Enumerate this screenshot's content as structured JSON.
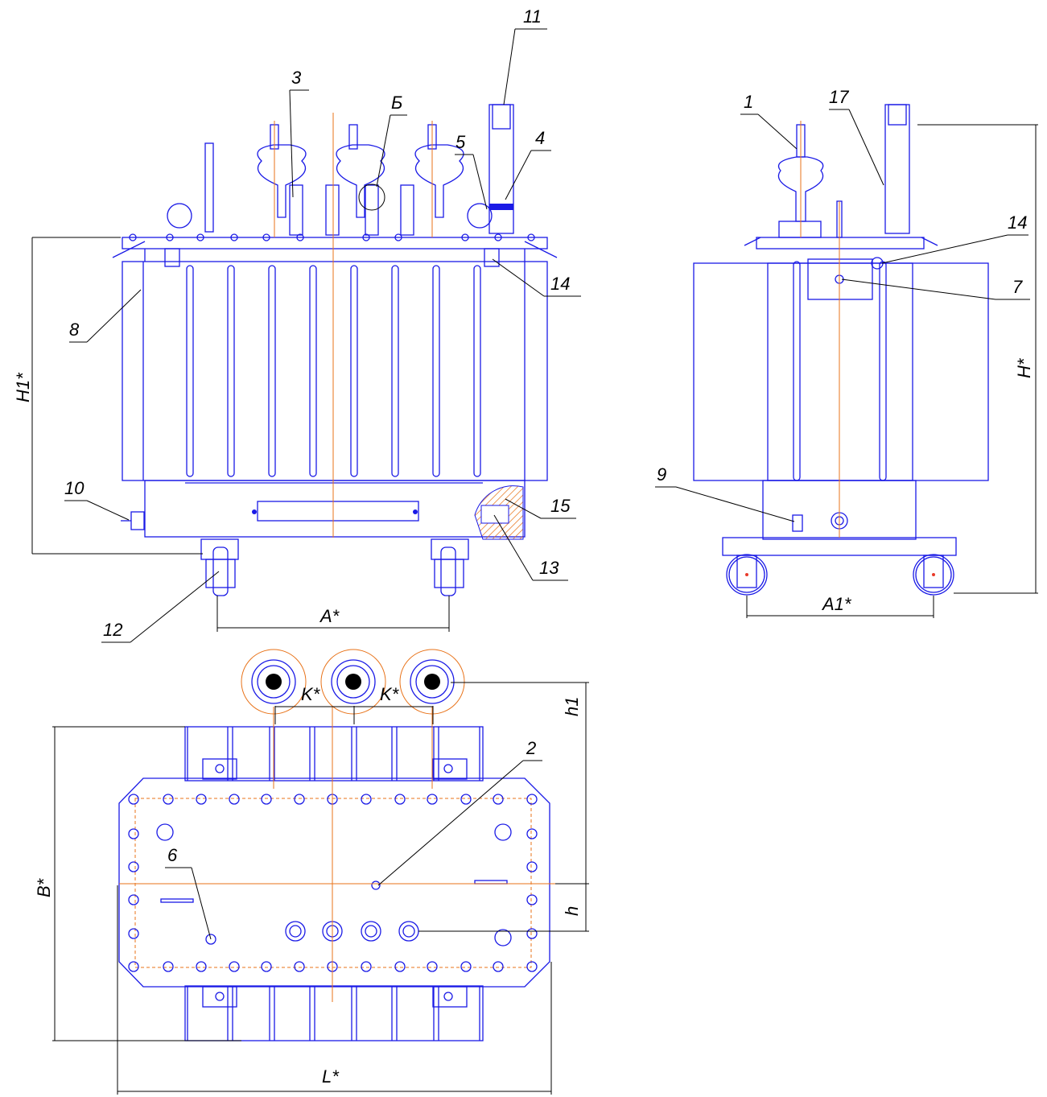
{
  "drawing": {
    "colors": {
      "outline": "#1a1ae6",
      "axis": "#e8731a",
      "leader": "#000000",
      "accent": "#e83a2a"
    },
    "callouts": {
      "n1": "1",
      "n2": "2",
      "n3": "3",
      "n4": "4",
      "n5": "5",
      "n6": "6",
      "n7": "7",
      "n8": "8",
      "n9": "9",
      "n10": "10",
      "n11": "11",
      "n12": "12",
      "n13": "13",
      "n14a": "14",
      "n14b": "14",
      "n15": "15",
      "n17": "17",
      "nB": "Б"
    },
    "dimensions": {
      "H1": "H1*",
      "A": "A*",
      "H": "H*",
      "A1": "A1*",
      "K1": "K*",
      "K2": "K*",
      "h1": "h1",
      "h": "h",
      "B": "B*",
      "L": "L*"
    }
  }
}
